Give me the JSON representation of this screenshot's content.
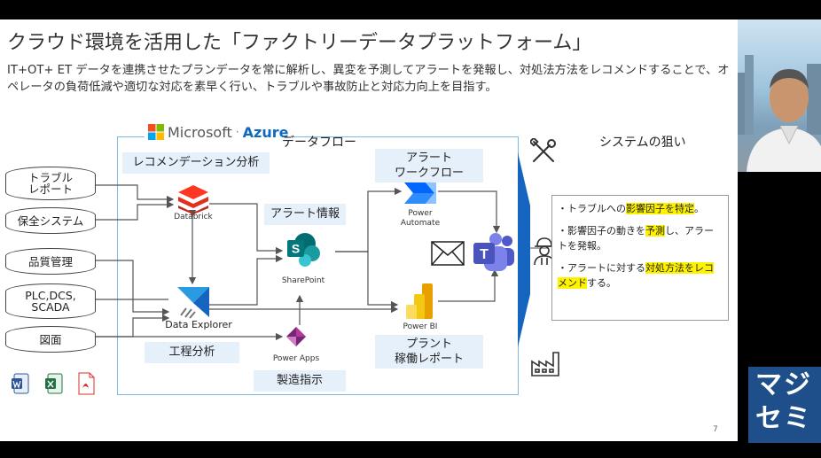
{
  "title": "クラウド環境を活用した「ファクトリーデータプラットフォーム」",
  "subtitle": "IT+OT+ ET データを連携させたプランデータを常に解析し、異変を予測してアラートを発報し、対処法方法をレコメンドすることで、オペレータの負荷低減や適切な対応を素早く行い、トラブルや事故防止と対応力向上を目指す。",
  "azure": {
    "ms": "Microsoft",
    "dot": "·",
    "azure": "Azure"
  },
  "data_flow_label": "データフロー",
  "system_aim_label": "システムの狙い",
  "sources": {
    "trouble_line1": "トラブル",
    "trouble_line2": "レポート",
    "maintenance": "保全システム",
    "quality": "品質管理",
    "plc_line1": "PLC,DCS,",
    "plc_line2": "SCADA",
    "drawings": "図面"
  },
  "labels": {
    "recommend": "レコメンデーション分析",
    "alert_info": "アラート情報",
    "alert_wf_line1": "アラート",
    "alert_wf_line2": "ワークフロー",
    "process": "工程分析",
    "manufacturing": "製造指示",
    "plant_line1": "プラント",
    "plant_line2": "稼働レポート"
  },
  "services": {
    "databricks": "Databrick",
    "data_explorer": "Data Explorer",
    "sharepoint": "SharePoint",
    "power_automate_line1": "Power",
    "power_automate_line2": "Automate",
    "power_bi": "Power BI",
    "power_apps": "Power Apps"
  },
  "reasons": {
    "r1_pre": "・トラブルへの",
    "r1_hl": "影響因子を特定",
    "r1_post": "。",
    "r2_pre": "・影響因子の動きを",
    "r2_hl": "予測",
    "r2_post": "し、アラートを発報。",
    "r3_pre": "・アラートに対する",
    "r3_hl": "対処方法をレコメンド",
    "r3_post": "する。"
  },
  "page_number": "7",
  "magi": {
    "line1": "マジ",
    "line2": "セミ"
  },
  "colors": {
    "azure_border": "#7fb8e0",
    "label_bg": "#e6f0fa",
    "arrow_blue": "#1565c0",
    "highlight": "#fff200",
    "magi_bg": "#1f4f8a"
  },
  "icons": [
    "tools-icon",
    "worker-icon",
    "factory-icon",
    "mail-icon",
    "teams-icon",
    "word-icon",
    "excel-icon",
    "pdf-icon"
  ]
}
